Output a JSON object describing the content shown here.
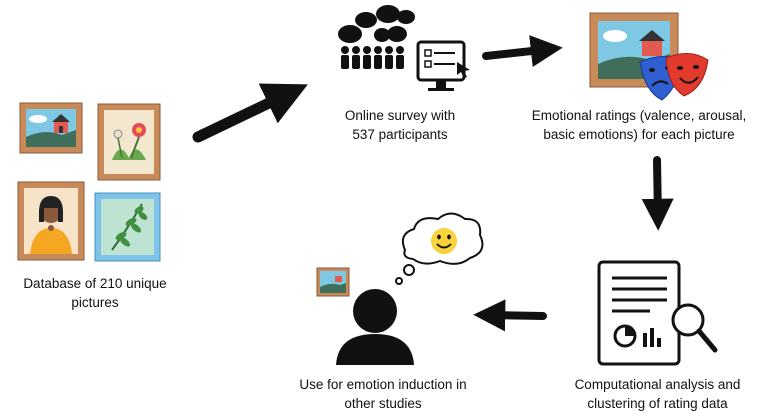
{
  "steps": {
    "database": {
      "label": "Database of 210 unique\npictures"
    },
    "survey": {
      "label": "Online survey with\n537 participants"
    },
    "ratings": {
      "label": "Emotional ratings (valence, arousal,\nbasic emotions) for each picture"
    },
    "analysis": {
      "label": "Computational analysis and\nclustering of rating data"
    },
    "use": {
      "label": "Use for emotion induction in\nother studies"
    }
  },
  "colors": {
    "frame_brown": "#c98a5a",
    "frame_blue": "#7ec3e8",
    "sky": "#7ec8e3",
    "mask_blue": "#2f5fd0",
    "mask_red": "#e23b2e",
    "smiley": "#f7d23a",
    "ink": "#111111"
  },
  "icons": [
    "picture-frame-icon",
    "crowd-speech-icon",
    "survey-monitor-icon",
    "theater-masks-icon",
    "report-chart-icon",
    "magnifier-icon",
    "person-icon",
    "thought-bubble-icon",
    "smiley-icon"
  ]
}
